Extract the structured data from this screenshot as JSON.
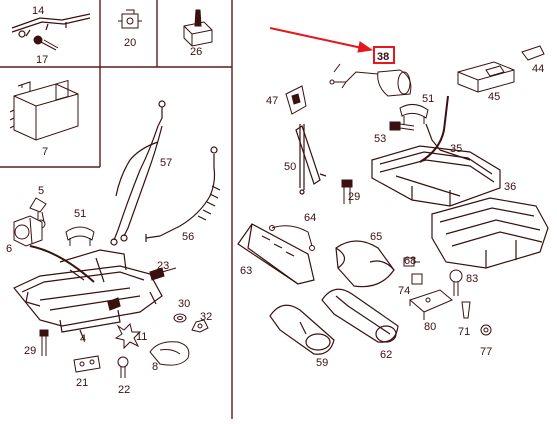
{
  "diagram": {
    "labels": {
      "p14": "14",
      "p17": "17",
      "p20": "20",
      "p26": "26",
      "p7": "7",
      "p5": "5",
      "p6": "6",
      "p51a": "51",
      "p57": "57",
      "p56": "56",
      "p23": "23",
      "p30": "30",
      "p32": "32",
      "p11": "11",
      "p29a": "29",
      "p4": "4",
      "p21": "21",
      "p22": "22",
      "p8": "8",
      "p38": "38",
      "p44": "44",
      "p45": "45",
      "p47": "47",
      "p51b": "51",
      "p53": "53",
      "p35": "35",
      "p50": "50",
      "p29b": "29",
      "p36": "36",
      "p64": "64",
      "p65": "65",
      "p63": "63",
      "p68": "68",
      "p83": "83",
      "p74": "74",
      "p80": "80",
      "p71": "71",
      "p77": "77",
      "p59": "59",
      "p62": "62"
    },
    "highlight": {
      "part": "38",
      "color": "#e5181e"
    },
    "colors": {
      "ink": "#3a1010",
      "frame": "#5a1c1c"
    }
  }
}
